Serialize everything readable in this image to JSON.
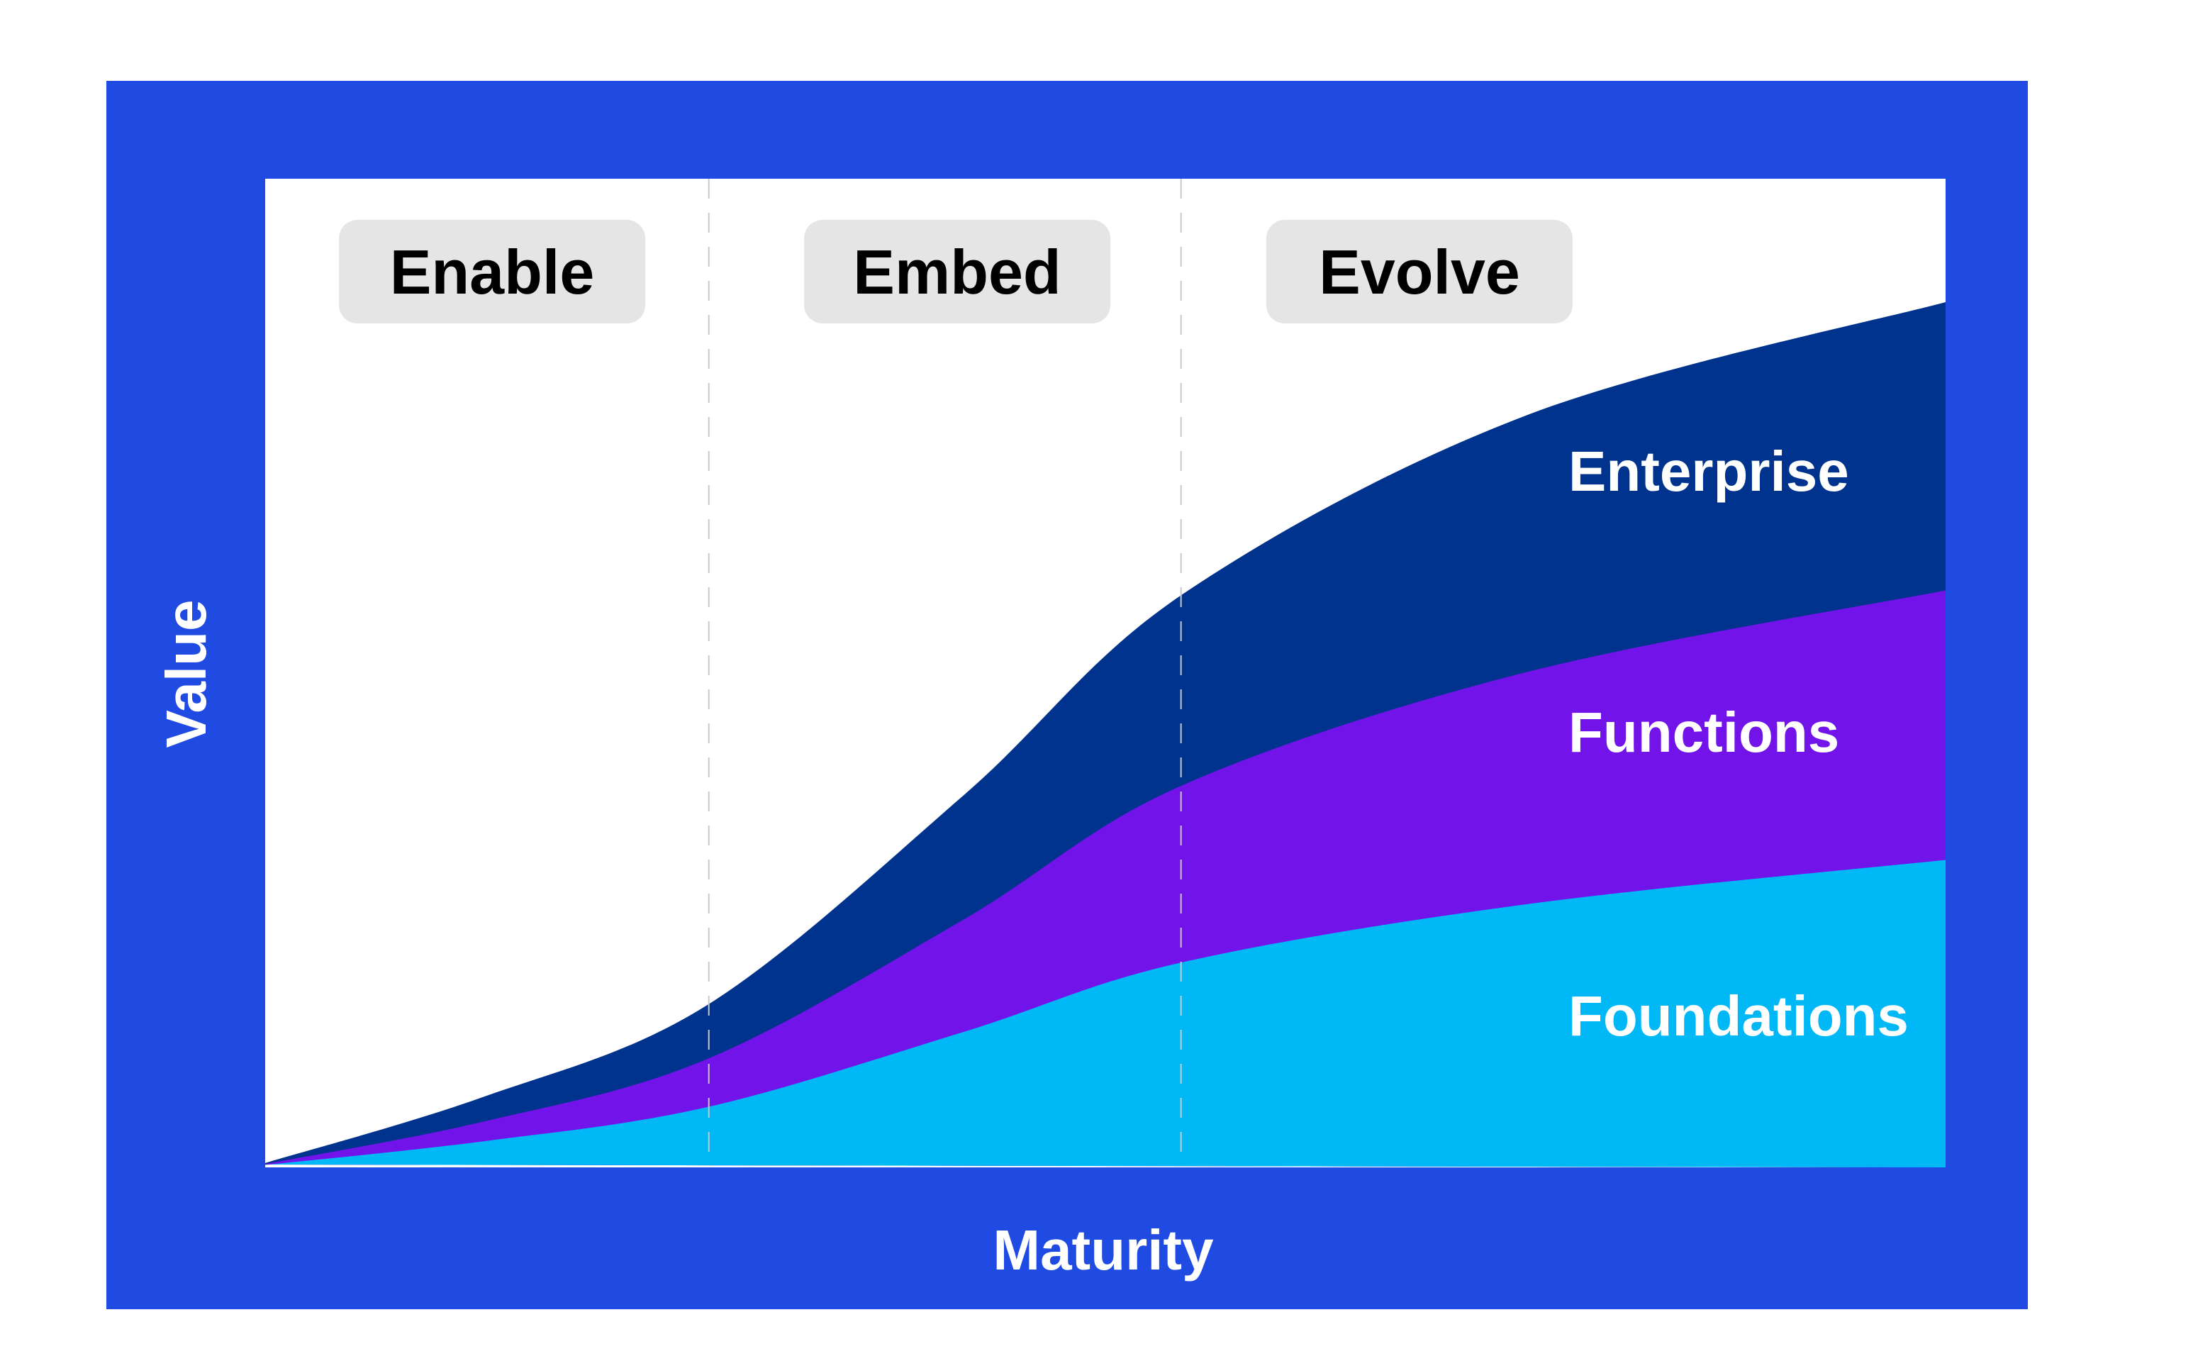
{
  "colors": {
    "frame": "#1F4BE2",
    "plot_background": "#FFFFFF",
    "enterprise": "#00338D",
    "functions": "#7213EA",
    "foundations": "#00B8F5",
    "pill": "#E5E5E5",
    "divider": "#C8C8C8"
  },
  "chart_data": {
    "type": "area",
    "stacked": true,
    "title": "",
    "xlabel": "Maturity",
    "ylabel": "Value",
    "xlim": [
      0,
      100
    ],
    "ylim": [
      0,
      100
    ],
    "grid": false,
    "phases": [
      {
        "label": "Enable",
        "x_start": 0,
        "x_end": 26.4
      },
      {
        "label": "Embed",
        "x_start": 26.4,
        "x_end": 54.5
      },
      {
        "label": "Evolve",
        "x_start": 54.5,
        "x_end": 100
      }
    ],
    "x": [
      0,
      13,
      26.4,
      41.6,
      54.5,
      75,
      100
    ],
    "series": [
      {
        "name": "Foundations",
        "values": [
          0.1,
          2.5,
          6.0,
          13.6,
          20.6,
          26.5,
          31.0
        ]
      },
      {
        "name": "Functions",
        "values": [
          0.1,
          2.0,
          4.9,
          11.4,
          17.9,
          23.5,
          27.3
        ]
      },
      {
        "name": "Enterprise",
        "values": [
          0.1,
          2.5,
          5.5,
          12.6,
          19.3,
          26.0,
          29.2
        ]
      }
    ]
  }
}
